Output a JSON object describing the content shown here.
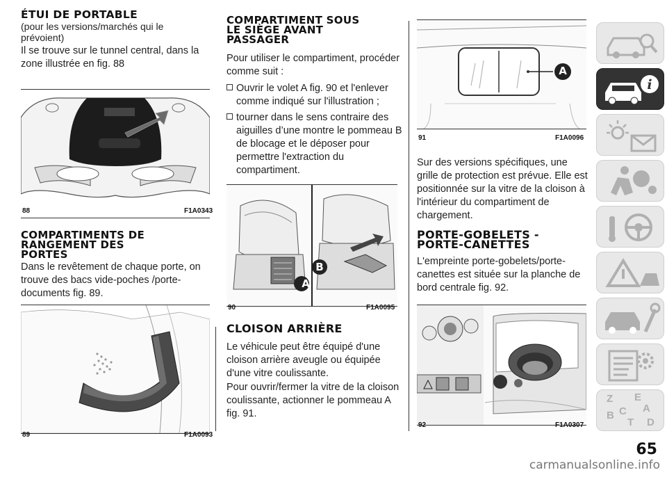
{
  "col1": {
    "etui_title": "ÉTUI DE PORTABLE",
    "etui_sub": "(pour les versions/marchés qui le prévoient)",
    "etui_text": "Il se trouve sur le tunnel central, dans la zone illustrée en fig. 88",
    "fig88": {
      "num": "88",
      "code": "F1A0343"
    },
    "comp_title_1": "COMPARTIMENTS DE",
    "comp_title_2": "RANGEMENT DES",
    "comp_title_3": "PORTES",
    "comp_text": "Dans le revêtement de chaque porte, on trouve des bacs vide-poches /porte-documents fig. 89.",
    "fig89": {
      "num": "89",
      "code": "F1A0093"
    }
  },
  "col2": {
    "sous_title_1": "COMPARTIMENT SOUS",
    "sous_title_2": "LE SIÈGE AVANT",
    "sous_title_3": "PASSAGER",
    "sous_intro": "Pour utiliser le compartiment, procéder comme suit :",
    "bullets": [
      "Ouvrir le volet A fig. 90 et l'enlever comme indiqué sur l'illustration ;",
      "tourner dans le sens contraire des aiguilles d’une montre le pommeau B de blocage et le déposer pour permettre l'extraction du compartiment."
    ],
    "fig90": {
      "num": "90",
      "code": "F1A0095",
      "label_a": "A",
      "label_b": "B"
    },
    "cloison_title": "CLOISON ARRIÈRE",
    "cloison_text1": "Le véhicule peut être équipé d'une cloison arrière aveugle ou équipée d'une vitre coulissante.",
    "cloison_text2": "Pour ouvrir/fermer la vitre de la cloison coulissante, actionner le pommeau A fig. 91."
  },
  "col3": {
    "fig91": {
      "num": "91",
      "code": "F1A0096",
      "label_a": "A"
    },
    "grille_text": "Sur des versions spécifiques, une grille de protection est prévue. Elle est positionnée sur la vitre de la cloison à l'intérieur du compartiment de chargement.",
    "porte_title_1": "PORTE-GOBELETS -",
    "porte_title_2": "PORTE-CANETTES",
    "porte_text": "L'empreinte porte-gobelets/porte-canettes est située sur la planche de bord centrale fig. 92.",
    "fig92": {
      "num": "92",
      "code": "F1A0307"
    }
  },
  "sidebar": {
    "tabs": [
      "car-search-icon",
      "car-info-icon",
      "warning-lights-icon",
      "airbag-passenger-icon",
      "steering-wheel-icon",
      "warning-triangle-icon",
      "car-wrench-icon",
      "specs-gear-icon",
      "alphabet-index-icon"
    ],
    "active_index": 1,
    "letters": [
      "Z",
      "E",
      "A",
      "B",
      "C",
      "T",
      "D"
    ]
  },
  "page_number": "65",
  "watermark": "carmanualsonline.info"
}
